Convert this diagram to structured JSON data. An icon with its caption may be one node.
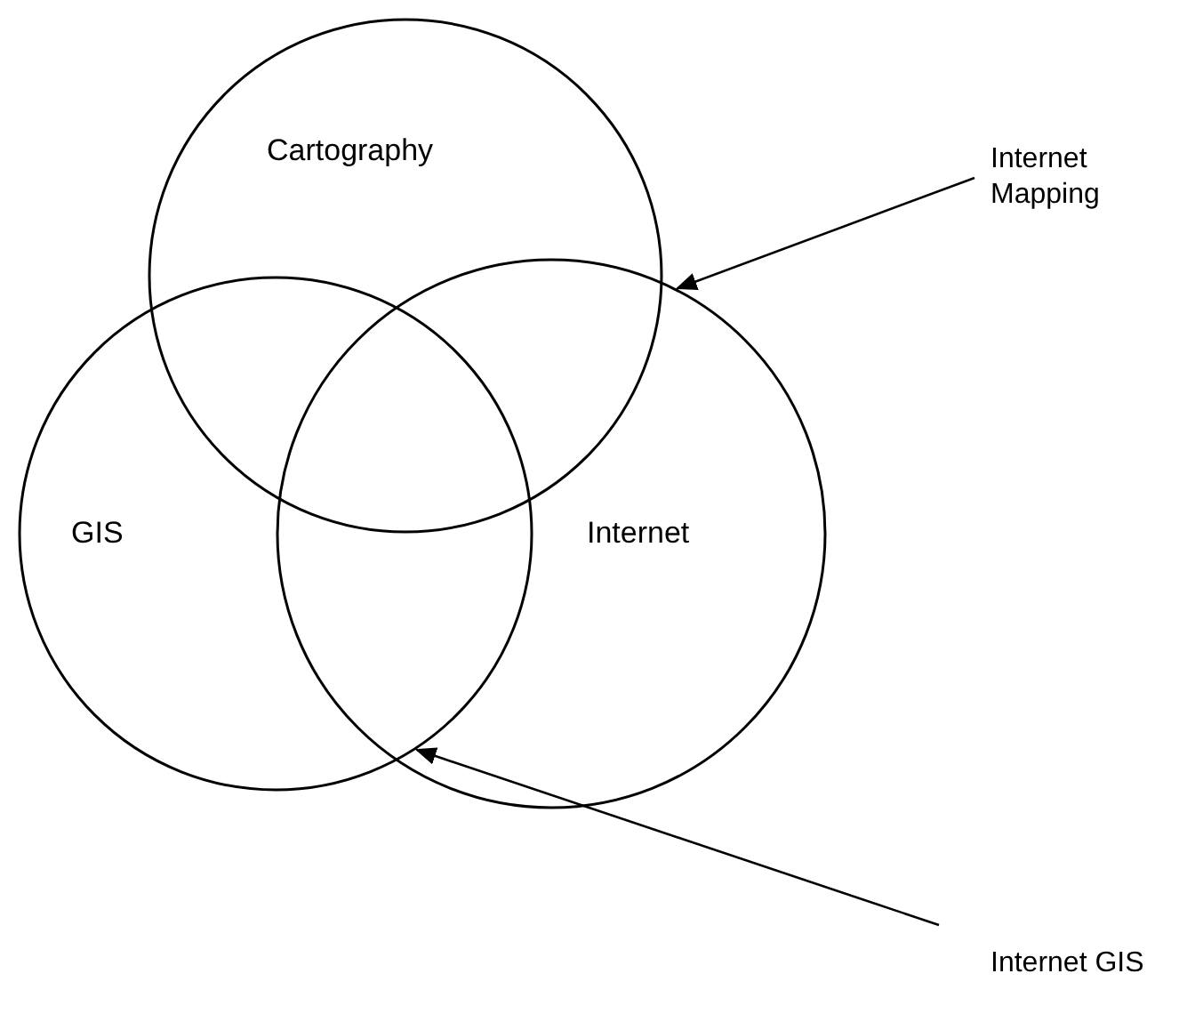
{
  "diagram": {
    "nodes": [
      {
        "text": [
          "Cartography"
        ]
      },
      {
        "text": [
          "GIS"
        ]
      },
      {
        "text": [
          "Internet"
        ]
      },
      {
        "text": [
          "Internet Mapping"
        ]
      },
      {
        "text": [
          "Internet GIS"
        ]
      }
    ],
    "edges": [
      {
        "from": 3,
        "to": 2,
        "arrow": "to"
      },
      {
        "from": 4,
        "to": 1,
        "arrow": "to"
      }
    ]
  }
}
